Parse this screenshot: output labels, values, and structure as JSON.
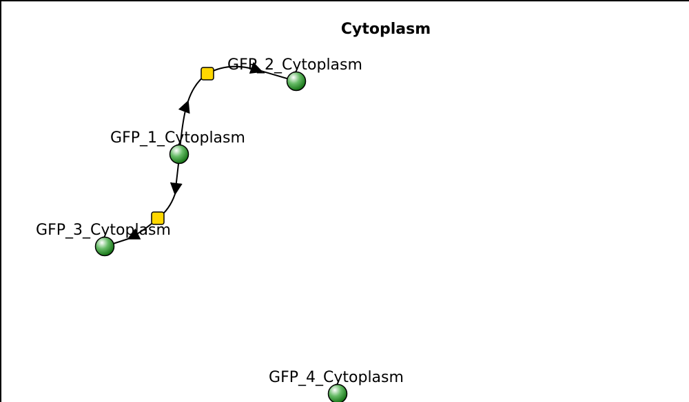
{
  "compartment": {
    "label": "Cytoplasm",
    "border_color": "#000000"
  },
  "species": [
    {
      "id": "gfp1",
      "label": "GFP_1_Cytoplasm",
      "shape": "sphere",
      "color": "#1f8a1f"
    },
    {
      "id": "gfp2",
      "label": "GFP_2_Cytoplasm",
      "shape": "sphere",
      "color": "#1f8a1f"
    },
    {
      "id": "gfp3",
      "label": "GFP_3_Cytoplasm",
      "shape": "sphere",
      "color": "#1f8a1f"
    },
    {
      "id": "gfp4",
      "label": "GFP_4_Cytoplasm",
      "shape": "sphere",
      "color": "#1f8a1f"
    }
  ],
  "reactions": [
    {
      "id": "r1",
      "from": "gfp1",
      "to": "gfp2",
      "process_color": "#ffd700"
    },
    {
      "id": "r2",
      "from": "gfp1",
      "to": "gfp3",
      "process_color": "#ffd700"
    }
  ]
}
